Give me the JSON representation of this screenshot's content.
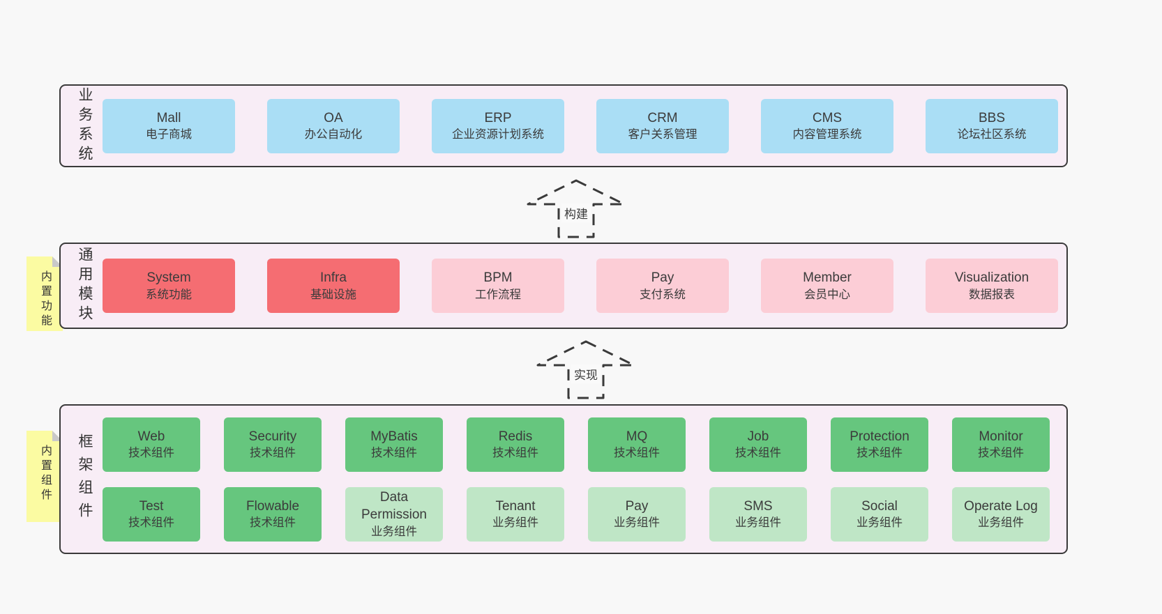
{
  "business": {
    "label": "业务系统",
    "items": [
      {
        "name": "Mall",
        "desc": "电子商城"
      },
      {
        "name": "OA",
        "desc": "办公自动化"
      },
      {
        "name": "ERP",
        "desc": "企业资源计划系统"
      },
      {
        "name": "CRM",
        "desc": "客户关系管理"
      },
      {
        "name": "CMS",
        "desc": "内容管理系统"
      },
      {
        "name": "BBS",
        "desc": "论坛社区系统"
      }
    ]
  },
  "arrows": {
    "build": "构建",
    "implement": "实现"
  },
  "modules": {
    "label": "通用模块",
    "note": "内置功能",
    "items": [
      {
        "name": "System",
        "desc": "系统功能"
      },
      {
        "name": "Infra",
        "desc": "基础设施"
      },
      {
        "name": "BPM",
        "desc": "工作流程"
      },
      {
        "name": "Pay",
        "desc": "支付系统"
      },
      {
        "name": "Member",
        "desc": "会员中心"
      },
      {
        "name": "Visualization",
        "desc": "数据报表"
      }
    ]
  },
  "framework": {
    "label": "框架组件",
    "note": "内置组件",
    "row1": [
      {
        "name": "Web",
        "desc": "技术组件"
      },
      {
        "name": "Security",
        "desc": "技术组件"
      },
      {
        "name": "MyBatis",
        "desc": "技术组件"
      },
      {
        "name": "Redis",
        "desc": "技术组件"
      },
      {
        "name": "MQ",
        "desc": "技术组件"
      },
      {
        "name": "Job",
        "desc": "技术组件"
      },
      {
        "name": "Protection",
        "desc": "技术组件"
      },
      {
        "name": "Monitor",
        "desc": "技术组件"
      }
    ],
    "row2": [
      {
        "name": "Test",
        "desc": "技术组件"
      },
      {
        "name": "Flowable",
        "desc": "技术组件"
      },
      {
        "name": "Data Permission",
        "desc": "业务组件"
      },
      {
        "name": "Tenant",
        "desc": "业务组件"
      },
      {
        "name": "Pay",
        "desc": "业务组件"
      },
      {
        "name": "SMS",
        "desc": "业务组件"
      },
      {
        "name": "Social",
        "desc": "业务组件"
      },
      {
        "name": "Operate Log",
        "desc": "业务组件"
      }
    ]
  },
  "colors": {
    "page_bg": "#f8f8f8",
    "panel": "#f8edf6",
    "blue": "#aadef5",
    "red": "#f56d72",
    "pink": "#fccdd6",
    "green_dark": "#66c67e",
    "green_light": "#bfe6c6",
    "yellow_note": "#fbfba2"
  }
}
